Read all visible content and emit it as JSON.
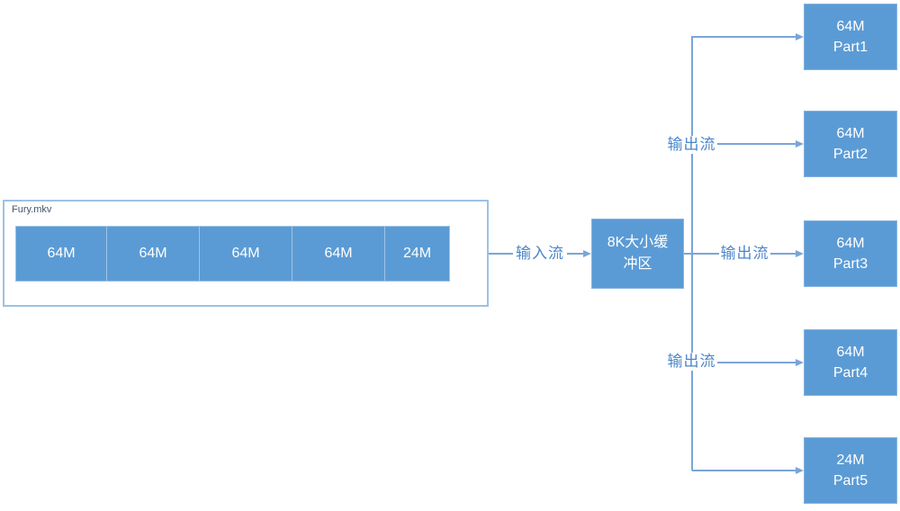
{
  "diagram": {
    "source_file": {
      "label": "Fury.mkv",
      "blocks": [
        "64M",
        "64M",
        "64M",
        "64M",
        "24M"
      ]
    },
    "input_stream_label": "输入流",
    "buffer_label": "8K大小缓冲区",
    "parts": [
      {
        "size": "64M",
        "name": "Part1",
        "stream_label": ""
      },
      {
        "size": "64M",
        "name": "Part2",
        "stream_label": "输出流"
      },
      {
        "size": "64M",
        "name": "Part3",
        "stream_label": "输出流"
      },
      {
        "size": "64M",
        "name": "Part4",
        "stream_label": "输出流"
      },
      {
        "size": "24M",
        "name": "Part5",
        "stream_label": ""
      }
    ],
    "colors": {
      "box_fill": "#5b9bd5",
      "box_border": "#86b2e0",
      "box_text": "#ffffff",
      "block_divider": "#9dc3e6",
      "connector": "#7aa5d8",
      "stream_label_text": "#4b86c8",
      "file_label_text": "#44546a",
      "container_border": "#9cc2e5"
    }
  }
}
